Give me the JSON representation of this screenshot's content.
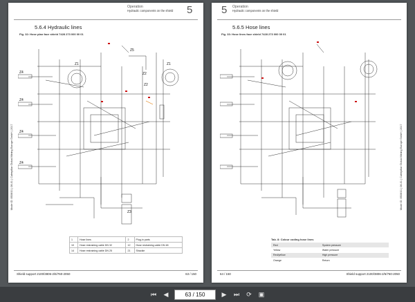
{
  "left_page": {
    "chapter_number": "5",
    "header_section": "Operation",
    "header_sub": "Hydraulic components on the shield",
    "section_title": "5.6.4  Hydraulic lines",
    "figure_caption": "Fig. 32: Hose plan face shield 7428 273 000 00 01",
    "sidebar": "Mode ID: 8508/31 | 08-01 | Caterpillar Global Mining Europe GmbH | 2017",
    "zone_labels": [
      "Z5",
      "Z1",
      "Z1",
      "Z4",
      "Z4",
      "Z2",
      "Z2",
      "Z4",
      "Z4",
      "Z3"
    ],
    "legend_rows": [
      [
        "1",
        "Hose lines",
        "2",
        "Plug-in parts"
      ],
      [
        "10",
        "Hose restraining cable DN 32",
        "12",
        "Hose restraining cable DN 48"
      ],
      [
        "14",
        "Hose restraining cable DN 25",
        "21",
        "Shackle"
      ]
    ],
    "footer_left": "Shield support 2100/3806-2/6/760-2050",
    "footer_right": "63 / 150"
  },
  "right_page": {
    "chapter_number": "5",
    "header_section": "Operation",
    "header_sub": "Hydraulic components on the shield",
    "section_title": "5.6.5  Hose lines",
    "figure_caption": "Fig. 33: Hose lines face shield 7428 273 000 00 01",
    "sidebar": "Mode ID: 8508/31 | 08-01 | Caterpillar Global Mining Europe GmbH | 2017",
    "table_caption": "Tab. 8: Colour coding hose lines",
    "color_rows": [
      [
        "Red",
        "System pressure"
      ],
      [
        "Yellow",
        "Water pressure"
      ],
      [
        "Red/yellow",
        "High pressure"
      ],
      [
        "Orange",
        "Return"
      ]
    ],
    "footer_left": "64 / 150",
    "footer_right": "Shield support 2100/3806-2/6/760-2050"
  },
  "toolbar": {
    "page_display": "63 / 150",
    "icons": [
      "first-page-icon",
      "prev-page-icon",
      "next-page-icon",
      "last-page-icon",
      "rotate-icon",
      "fit-width-icon"
    ]
  }
}
